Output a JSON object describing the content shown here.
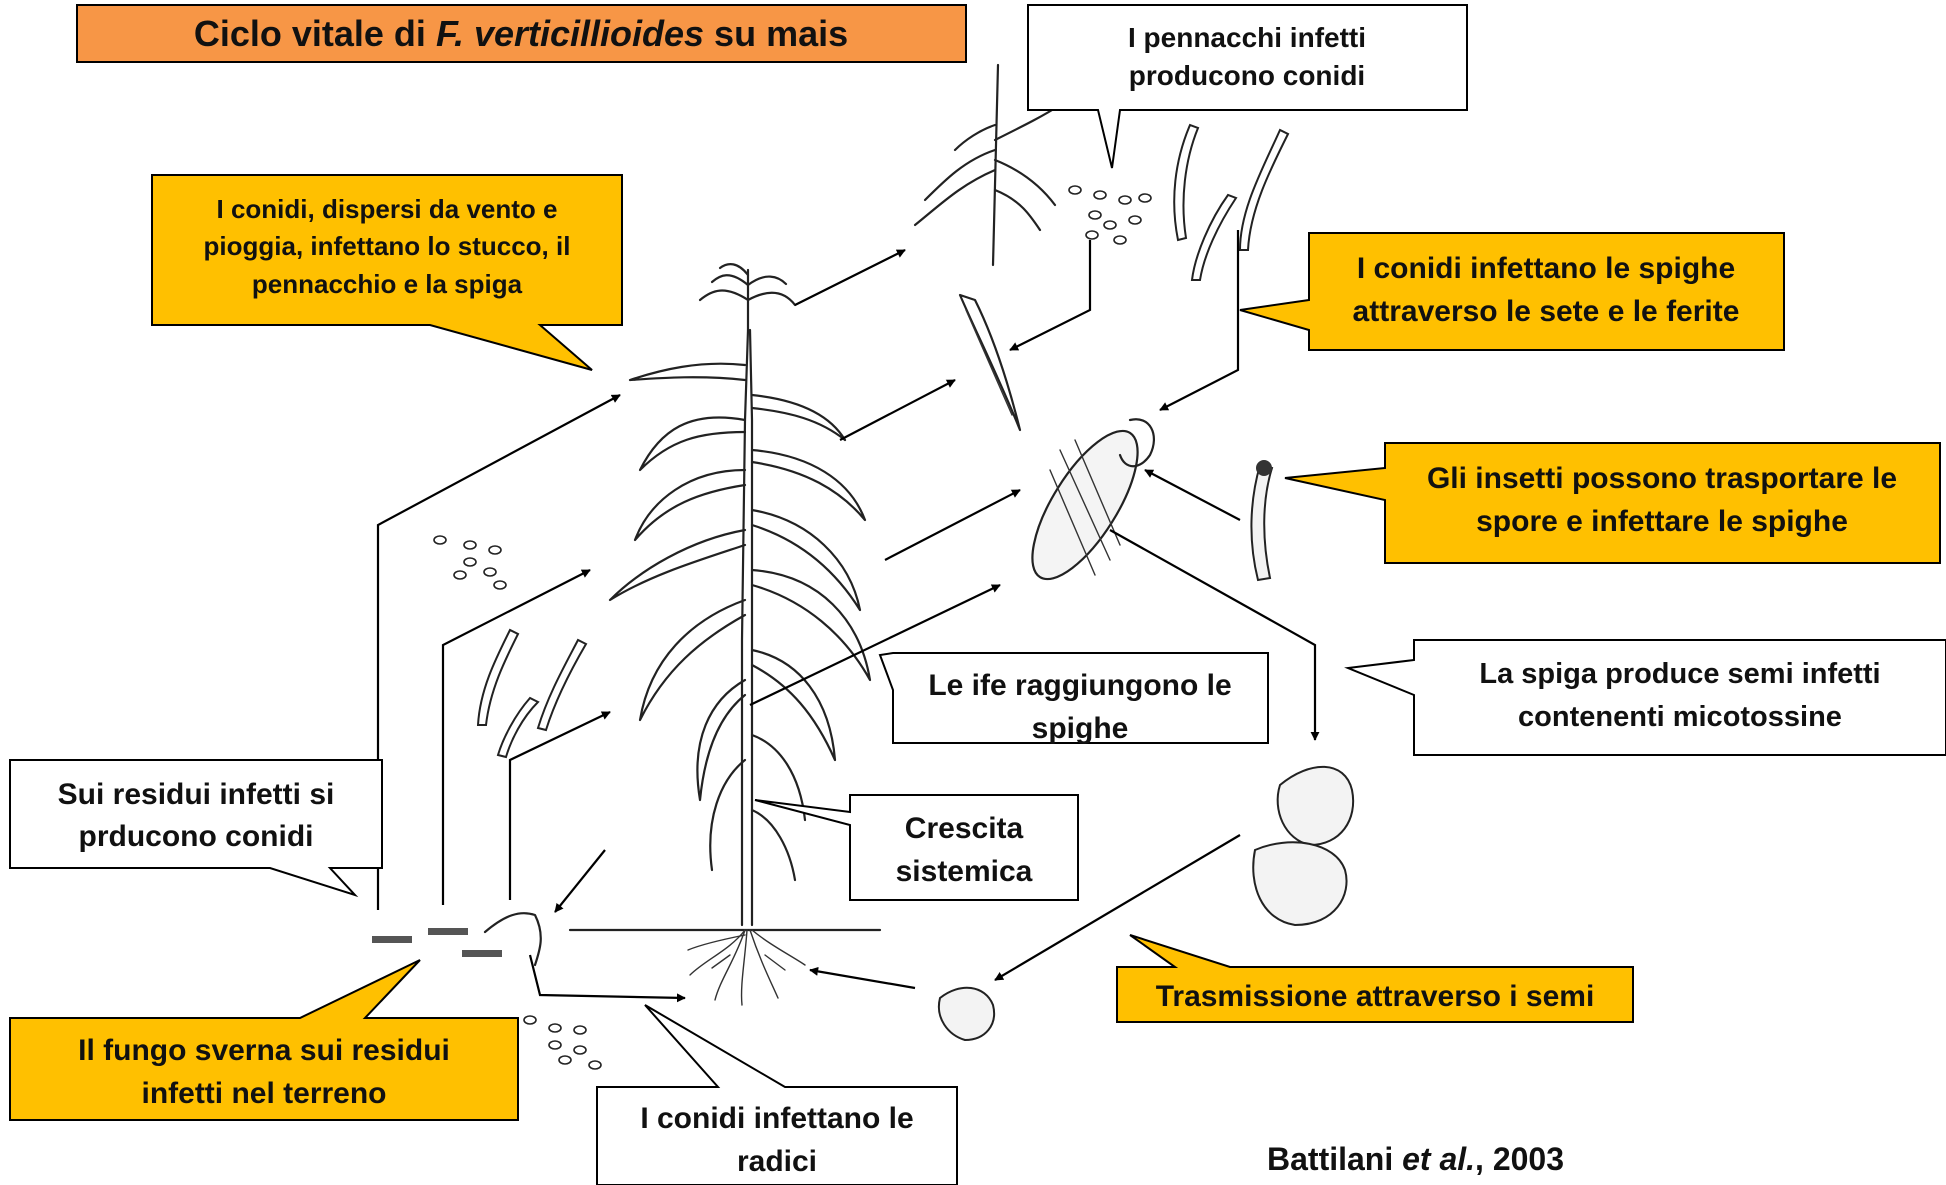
{
  "title": {
    "prefix": "Ciclo vitale di ",
    "species": "F. verticillioides",
    "suffix": " su mais"
  },
  "callouts": {
    "tassels": [
      "I pennacchi infetti",
      "producono conidi"
    ],
    "dispersal": [
      "I conidi, dispersi da vento e",
      "pioggia, infettano lo stucco, il",
      "pennacchio e la spiga"
    ],
    "silks": [
      "I conidi infettano le spighe",
      "attraverso le sete e le ferite"
    ],
    "insects": [
      "Gli insetti possono trasportare le",
      "spore e infettare le spighe"
    ],
    "hyphae": [
      "Le ife raggiungono le",
      "spighe"
    ],
    "seeds_produced": [
      "La spiga produce semi infetti",
      "contenenti micotossine"
    ],
    "residues": [
      "Sui residui infetti si",
      "prducono conidi"
    ],
    "systemic": [
      "Crescita",
      "sistemica"
    ],
    "overwinter": [
      "Il fungo sverna sui residui",
      "infetti nel terreno"
    ],
    "roots": [
      "I conidi infettano le",
      "radici"
    ],
    "seed_transmission": [
      "Trasmissione attraverso i semi"
    ]
  },
  "citation": {
    "author": "Battilani ",
    "etal": "et al.",
    "year": ", 2003"
  },
  "colors": {
    "title_fill": "#F79646",
    "callout_yellow": "#FFC000",
    "callout_white": "#FFFFFF",
    "outline": "#000000"
  }
}
